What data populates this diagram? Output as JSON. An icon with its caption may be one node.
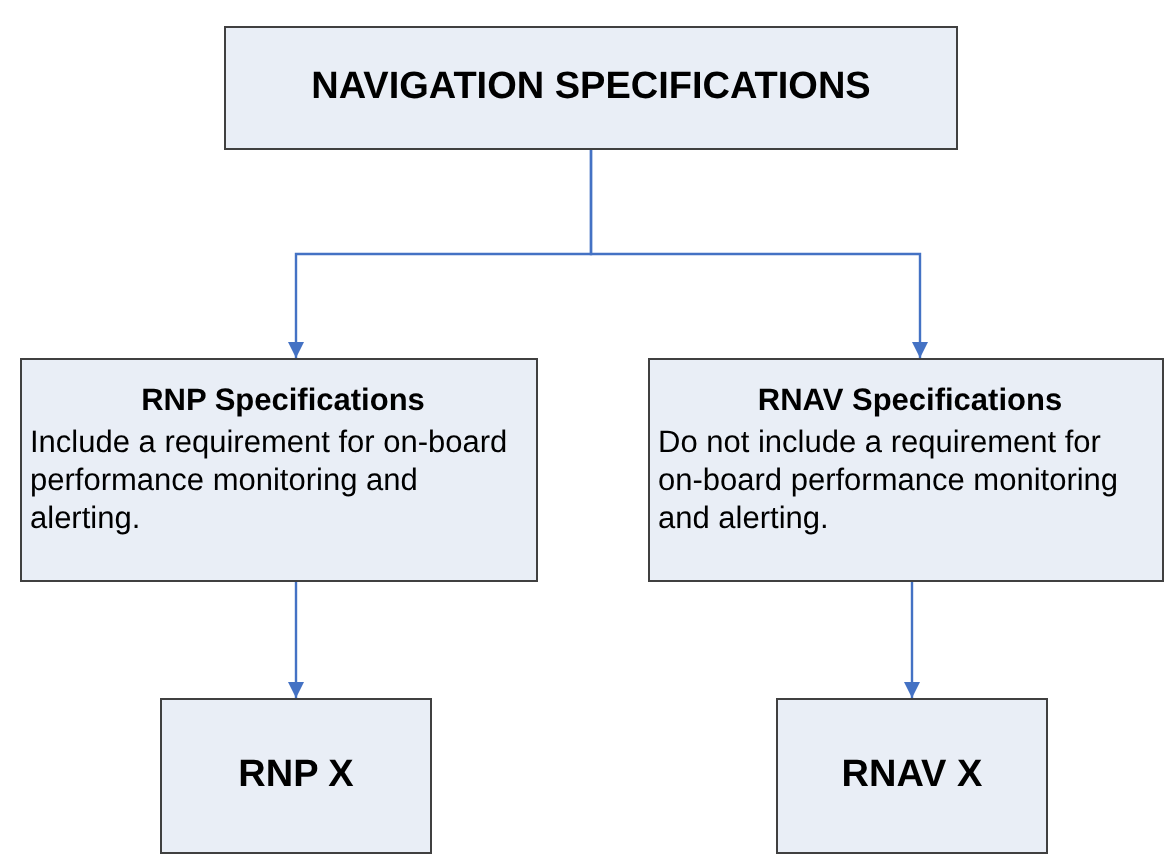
{
  "diagram": {
    "nodes": [
      {
        "text": [
          "NAVIGATION SPECIFICATIONS"
        ]
      },
      {
        "text": [
          "RNP Specifications",
          "Include a requirement for on-board performance monitoring and alerting."
        ]
      },
      {
        "text": [
          "RNAV Specifications",
          "Do not include a requirement for on-board performance monitoring and alerting."
        ]
      },
      {
        "text": [
          "RNP X"
        ]
      },
      {
        "text": [
          "RNAV X"
        ]
      }
    ],
    "edges": [
      {
        "from": 0,
        "to": 1,
        "arrow": "to"
      },
      {
        "from": 0,
        "to": 2,
        "arrow": "to"
      },
      {
        "from": 1,
        "to": 3,
        "arrow": "to"
      },
      {
        "from": 2,
        "to": 4,
        "arrow": "to"
      }
    ]
  }
}
